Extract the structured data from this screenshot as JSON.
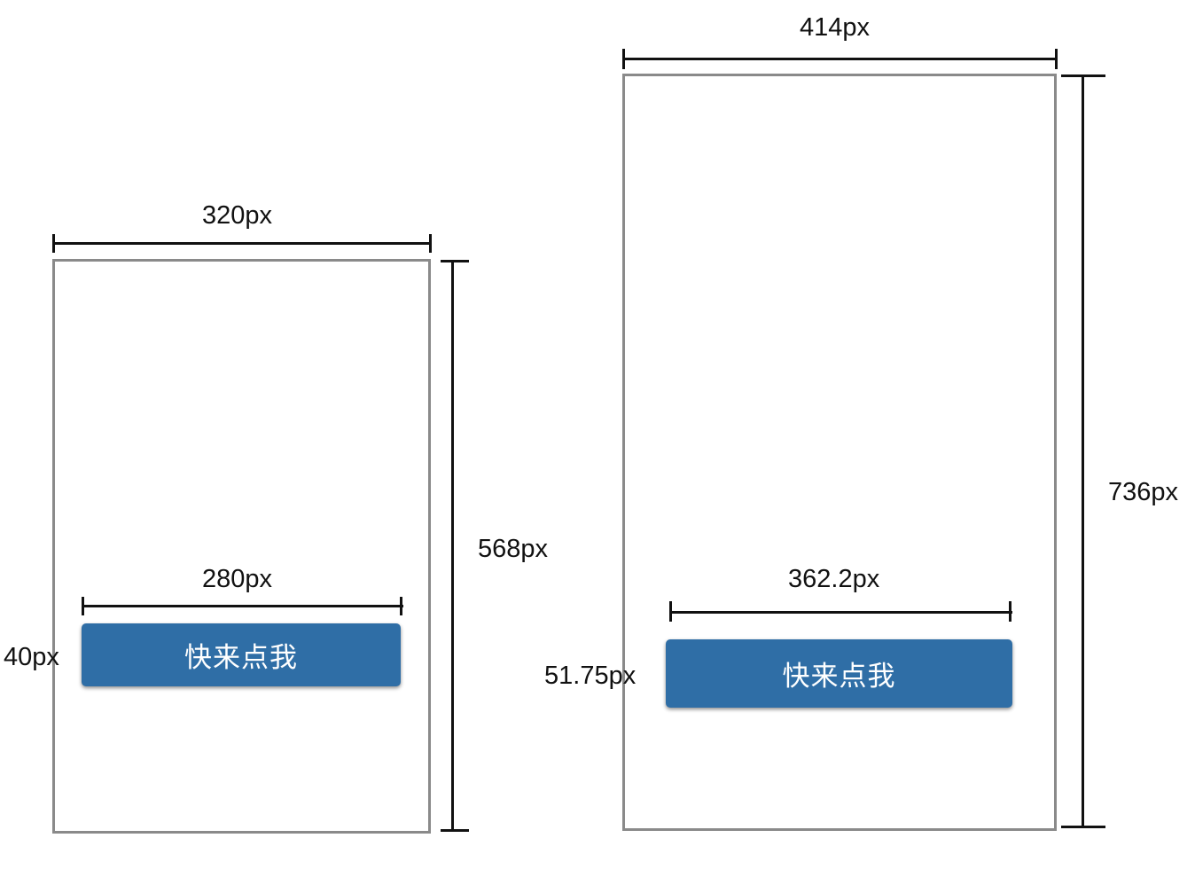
{
  "colors": {
    "button_fill": "#2f6ea6",
    "frame_border": "#8a8a8a",
    "dimension_line": "#111111"
  },
  "small_screen": {
    "width_label": "320px",
    "height_label": "568px",
    "button": {
      "label": "快来点我",
      "width_label": "280px",
      "height_label": "40px"
    }
  },
  "large_screen": {
    "width_label": "414px",
    "height_label": "736px",
    "button": {
      "label": "快来点我",
      "width_label": "362.2px",
      "height_label": "51.75px"
    }
  }
}
